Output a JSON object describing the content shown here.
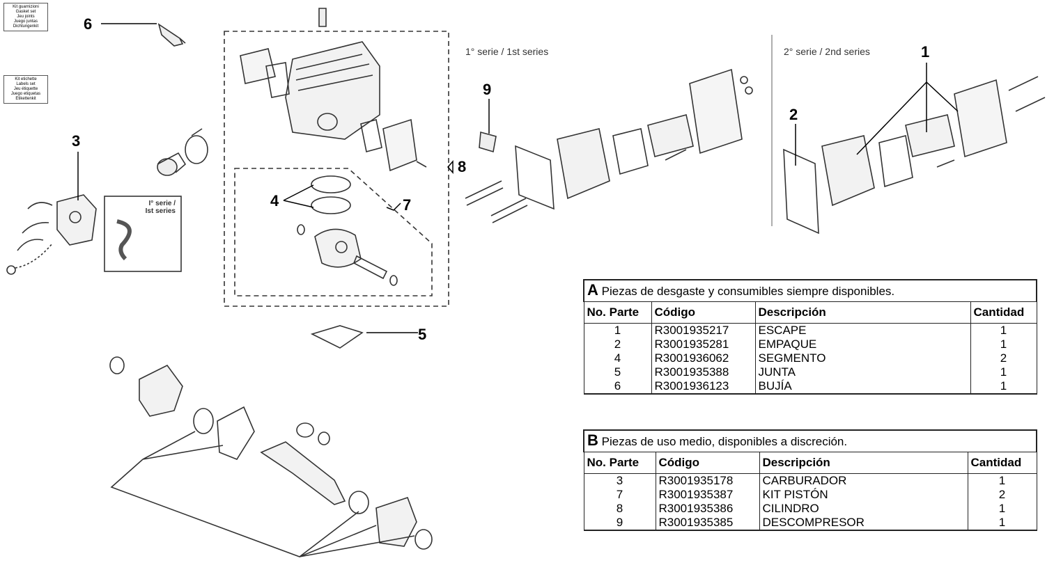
{
  "labels": {
    "kit_gaskets": [
      "Kit guarnizioni",
      "Gasket set",
      "Jeu joints",
      "Juego juntas",
      "Dichtungenkit"
    ],
    "kit_labels": [
      "Kit etichette",
      "Labels set",
      "Jeu étiquette",
      "Juego etiquetas",
      "Etikettenkit"
    ],
    "series_1": "1° serie / 1st series",
    "series_2": "2° serie / 2nd series",
    "box_1st_a": "I° serie /",
    "box_1st_b": "Ist series"
  },
  "callouts": [
    "6",
    "3",
    "4",
    "7",
    "8",
    "9",
    "5",
    "2",
    "1"
  ],
  "table_a": {
    "letter": "A",
    "title": "Piezas de desgaste y consumibles siempre disponibles.",
    "headers": [
      "No. Parte",
      "Código",
      "Descripción",
      "Cantidad"
    ],
    "rows": [
      [
        "1",
        "R3001935217",
        "ESCAPE",
        "1"
      ],
      [
        "2",
        "R3001935281",
        "EMPAQUE",
        "1"
      ],
      [
        "4",
        "R3001936062",
        "SEGMENTO",
        "2"
      ],
      [
        "5",
        "R3001935388",
        "JUNTA",
        "1"
      ],
      [
        "6",
        "R3001936123",
        "BUJÍA",
        "1"
      ]
    ]
  },
  "table_b": {
    "letter": "B",
    "title": "Piezas de uso medio, disponibles a discreción.",
    "headers": [
      "No. Parte",
      "Código",
      "Descripción",
      "Cantidad"
    ],
    "rows": [
      [
        "3",
        "R3001935178",
        "CARBURADOR",
        "1"
      ],
      [
        "7",
        "R3001935387",
        "KIT PISTÓN",
        "2"
      ],
      [
        "8",
        "R3001935386",
        "CILINDRO",
        "1"
      ],
      [
        "9",
        "R3001935385",
        "DESCOMPRESOR",
        "1"
      ]
    ]
  }
}
